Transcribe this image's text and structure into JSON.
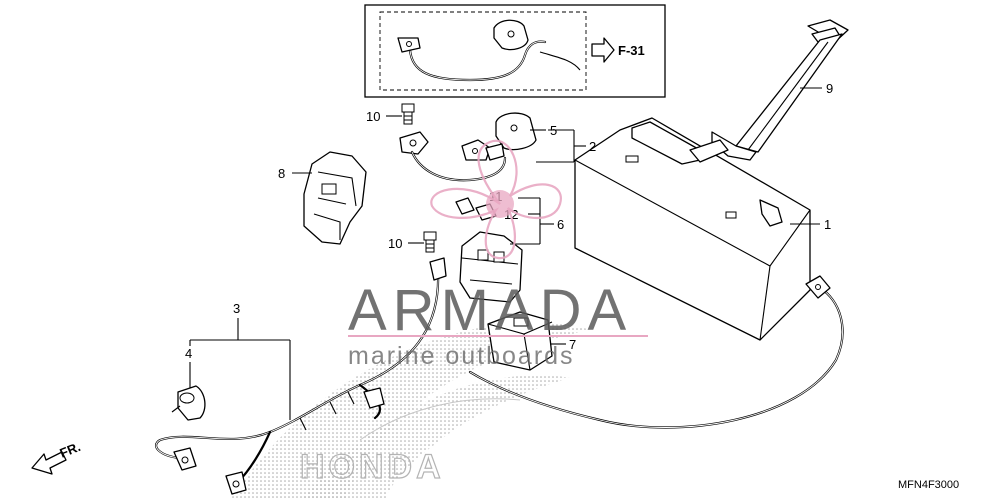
{
  "diagram": {
    "inset": {
      "ref_label": "F-31"
    },
    "callouts": {
      "battery": "1",
      "cable_set": "2",
      "harness": "3",
      "cap": "4",
      "cover": "5",
      "relay_set": "6",
      "relay": "7",
      "holder": "8",
      "band": "9",
      "bolt_top": "10",
      "bolt_bottom": "10",
      "fuse_a": "11",
      "fuse_b": "12"
    },
    "front_marker": "FR.",
    "ref_code": "MFN4F3000"
  },
  "watermark": {
    "brand": "ARMADA",
    "tagline": "marine outboards",
    "logo_text": "HONDA",
    "brand_color": "#5a5a5a",
    "accent_color": "#e8a7c2"
  }
}
